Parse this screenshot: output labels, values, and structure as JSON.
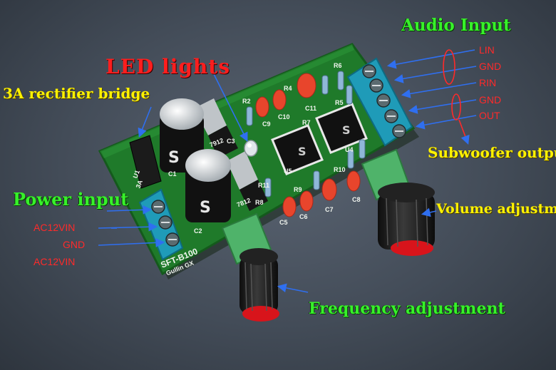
{
  "labels": {
    "audio_input": "Audio Input",
    "led_lights": "LED lights",
    "rectifier_bridge": "3A rectifier bridge",
    "power_input": "Power input",
    "subwoofer_output": "Subwoofer output",
    "volume_adjustment": "Volume  adjustment",
    "frequency_adjustment": "Frequency adjustment"
  },
  "audio_pins": [
    "LIN",
    "GND",
    "RIN",
    "GND",
    "OUT"
  ],
  "power_pins": [
    "AC12VIN",
    "GND",
    "AC12VIN"
  ],
  "silkscreen": {
    "model": "SFT-B100",
    "maker": "Gullin GX",
    "capacitors": [
      "C1",
      "C2",
      "C3",
      "C5",
      "C6",
      "C7",
      "C8",
      "C9",
      "C10",
      "C11"
    ],
    "resistors": [
      "R2",
      "R4",
      "R5",
      "R6",
      "R7",
      "R8",
      "R9",
      "R10",
      "R11"
    ],
    "regulators": [
      "7912",
      "7812"
    ],
    "ics": [
      "U1",
      "U4",
      "U5"
    ],
    "chip_mark": "S",
    "cap_brand": "S",
    "rectifier_mark": "3A"
  },
  "colors": {
    "pcb": "#1f7a2a",
    "terminal": "#1f9bb8",
    "knob": "#1c1c1c",
    "pot": "#4fb36a",
    "cap_red": "#e8452c",
    "arrow": "#2f6ff0"
  }
}
